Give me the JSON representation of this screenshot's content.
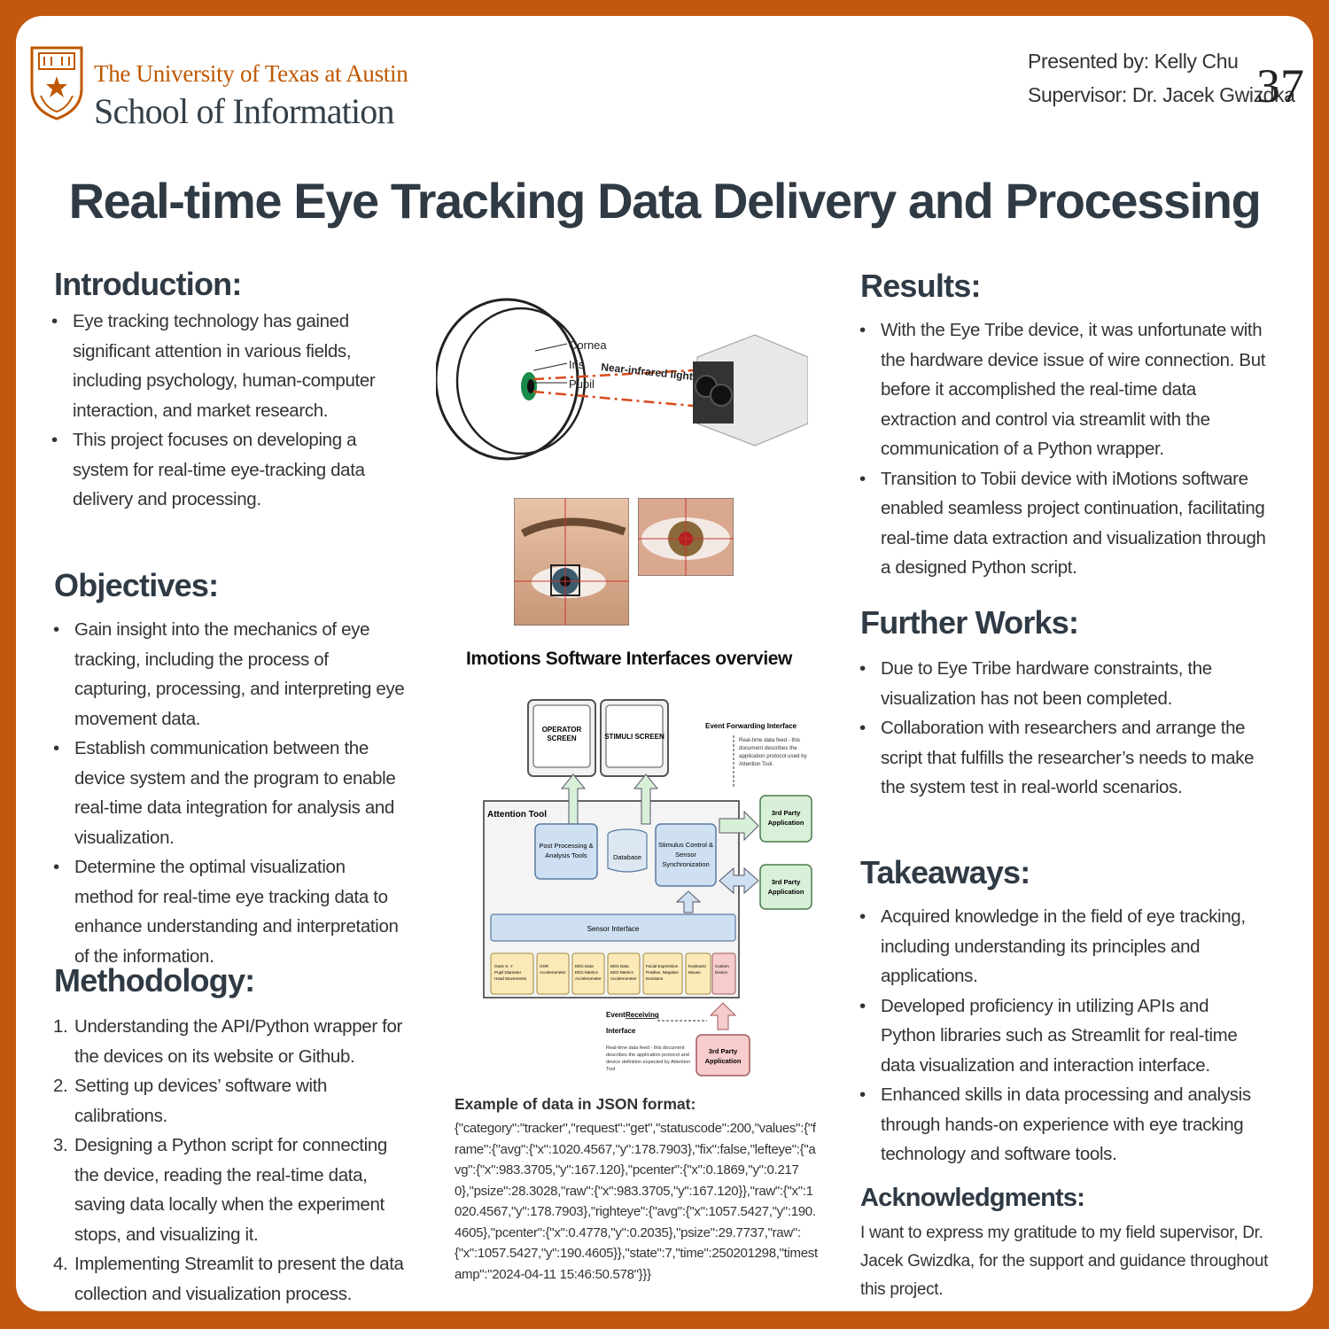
{
  "header": {
    "university": "The University of Texas at Austin",
    "school": "School of Information",
    "presenter": "Presented by: Kelly Chu",
    "supervisor": "Supervisor: Dr. Jacek Gwizdka",
    "poster_number": "37"
  },
  "title": "Real-time Eye Tracking Data Delivery and Processing",
  "introduction": {
    "heading": "Introduction:",
    "items": [
      "Eye tracking technology has gained significant attention in various fields, including psychology, human-computer interaction, and market research.",
      "This project focuses on developing a system for real-time eye-tracking data delivery and processing."
    ]
  },
  "objectives": {
    "heading": "Objectives:",
    "items": [
      "Gain insight into the mechanics of eye tracking, including the process of capturing, processing, and interpreting eye movement data.",
      "Establish communication between the device system and the program to enable real-time data integration for analysis and visualization.",
      "Determine the optimal visualization method for real-time eye tracking data to enhance understanding and interpretation of the information."
    ]
  },
  "methodology": {
    "heading": "Methodology:",
    "items": [
      {
        "num": "1.",
        "text": "Understanding the API/Python wrapper for the devices on its website or Github."
      },
      {
        "num": "2.",
        "text": "Setting up devices’ software with calibrations."
      },
      {
        "num": "3.",
        "text": "Designing a Python script for connecting the device, reading the real-time data, saving data locally when the experiment stops, and visualizing it."
      },
      {
        "num": "4.",
        "text": "Implementing Streamlit to present the data collection and visualization process."
      }
    ]
  },
  "eye_diagram": {
    "cornea": "Cornea",
    "iris": "Iris",
    "pupil": "Pupil",
    "nir": "Near-infrared light"
  },
  "imotions": {
    "title": "Imotions Software Interfaces overview",
    "operator_screen": [
      "OPERATOR",
      "SCREEN"
    ],
    "stimuli_screen": "STIMULI SCREEN",
    "event_forwarding": "Event Forwarding Interface",
    "event_forwarding_desc": [
      "Real-time data feed - this",
      "document describes the",
      "application protocol used by",
      "Attention Tool."
    ],
    "attention_tool": "Attention Tool",
    "post_processing": [
      "Post Processing &",
      "Analysis Tools"
    ],
    "database": "Database",
    "stimulus_control": [
      "Stimulus Control &",
      "Sensor",
      "Synchronization"
    ],
    "third_party": [
      "3rd Party",
      "Application"
    ],
    "sensor_interface": "Sensor Interface",
    "sensors": [
      [
        "Gaze X, Y",
        "Pupil Diameter",
        "Head Movements"
      ],
      [
        "GSR",
        "Accelerometer"
      ],
      [
        "EEG Data",
        "EEG Metrics",
        "Accelerometer"
      ],
      [
        "EEG Data",
        "EEG Metrics",
        "Accelerometer"
      ],
      [
        "Facial Expression",
        "Positive, Negative",
        "Emotions"
      ],
      [
        "Keyboard",
        "Mouse"
      ],
      [
        "Custom",
        "Device"
      ]
    ],
    "event_label": "Event",
    "receiving_label": "Receiving",
    "interface_label": "Interface",
    "event_receiving_desc": [
      "Real-time data feed - this document",
      "describes the application protocol and",
      "device definition expected by Attention",
      "Tool."
    ]
  },
  "json_example": {
    "heading": "Example of data in JSON format:",
    "text": "{\"category\":\"tracker\",\"request\":\"get\",\"statuscode\":200,\"values\":{\"frame\":{\"avg\":{\"x\":1020.4567,\"y\":178.7903},\"fix\":false,\"lefteye\":{\"avg\":{\"x\":983.3705,\"y\":167.120},\"pcenter\":{\"x\":0.1869,\"y\":0.2170},\"psize\":28.3028,\"raw\":{\"x\":983.3705,\"y\":167.120}},\"raw\":{\"x\":1020.4567,\"y\":178.7903},\"righteye\":{\"avg\":{\"x\":1057.5427,\"y\":190.4605},\"pcenter\":{\"x\":0.4778,\"y\":0.2035},\"psize\":29.7737,\"raw\":{\"x\":1057.5427,\"y\":190.4605}},\"state\":7,\"time\":250201298,\"timestamp\":\"2024-04-11 15:46:50.578\"}}}"
  },
  "results": {
    "heading": "Results:",
    "items": [
      "With the Eye Tribe device, it was unfortunate with the hardware device issue of wire connection. But before it accomplished the real-time data extraction and control via streamlit with the communication of a Python wrapper.",
      "Transition to Tobii device with iMotions software enabled seamless project continuation, facilitating real-time data extraction and visualization through a designed Python script."
    ]
  },
  "further_works": {
    "heading": "Further Works:",
    "items": [
      "Due to Eye Tribe hardware constraints, the visualization has not been completed.",
      "Collaboration with researchers and arrange the script that fulfills the researcher’s needs to make the system test in real-world scenarios."
    ]
  },
  "takeaways": {
    "heading": "Takeaways:",
    "items": [
      "Acquired knowledge in the field of eye tracking, including understanding its principles and applications.",
      "Developed proficiency in utilizing APIs and Python libraries such as Streamlit for real-time data visualization and interaction interface.",
      "Enhanced skills in data processing and analysis through hands-on experience with eye tracking technology and software tools."
    ]
  },
  "acknowledgments": {
    "heading": "Acknowledgments:",
    "text": "I want to express my gratitude to my field supervisor, Dr. Jacek Gwizdka, for the support and guidance throughout this project."
  },
  "colors": {
    "frame": "#c2570f",
    "ut_orange": "#bf5700",
    "heading": "#2f3a44"
  }
}
